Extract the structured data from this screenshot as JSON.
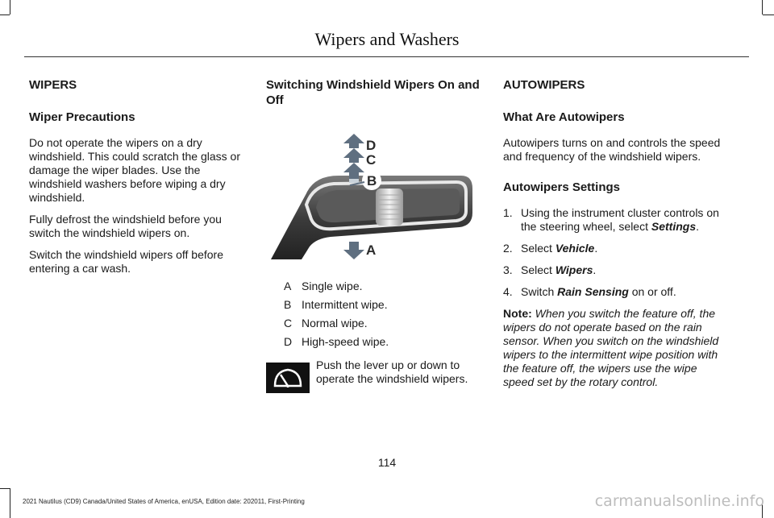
{
  "header": {
    "title": "Wipers and Washers"
  },
  "col1": {
    "heading": "WIPERS",
    "subheading": "Wiper Precautions",
    "paragraphs": [
      "Do not operate the wipers on a dry windshield. This could scratch the glass or damage the wiper blades. Use the windshield washers before wiping a dry windshield.",
      "Fully defrost the windshield before you switch the windshield wipers on.",
      "Switch the windshield wipers off before entering a car wash."
    ]
  },
  "col2": {
    "heading": "Switching Windshield Wipers On and Off",
    "figure_labels": {
      "d": "D",
      "c": "C",
      "b": "B",
      "a": "A"
    },
    "legend": [
      {
        "key": "A",
        "value": "Single wipe."
      },
      {
        "key": "B",
        "value": "Intermittent wipe."
      },
      {
        "key": "C",
        "value": "Normal wipe."
      },
      {
        "key": "D",
        "value": "High-speed wipe."
      }
    ],
    "wiper_note": "Push the lever up or down to operate the windshield wipers.",
    "wiper_icon": "windshield-wiper-icon"
  },
  "col3": {
    "heading": "AUTOWIPERS",
    "sub1": "What Are Autowipers",
    "para1": "Autowipers turns on and controls the speed and frequency of the windshield wipers.",
    "sub2": "Autowipers Settings",
    "steps": [
      {
        "num": "1.",
        "pre": "Using the instrument cluster controls on the steering wheel, select ",
        "em": "Settings",
        "post": "."
      },
      {
        "num": "2.",
        "pre": "Select ",
        "em": "Vehicle",
        "post": "."
      },
      {
        "num": "3.",
        "pre": "Select ",
        "em": "Wipers",
        "post": "."
      },
      {
        "num": "4.",
        "pre": "Switch ",
        "em": "Rain Sensing",
        "post": " on or off."
      }
    ],
    "note_label": "Note:",
    "note_text": " When you switch the feature off, the wipers do not operate based on the rain sensor. When you switch on the windshield wipers to the intermittent wipe position with the feature off, the wipers use the wipe speed set by the rotary control."
  },
  "page_number": "114",
  "footer": "2021 Nautilus (CD9) Canada/United States of America, enUSA, Edition date: 202011, First-Printing",
  "watermark": "carmanualsonline.info"
}
